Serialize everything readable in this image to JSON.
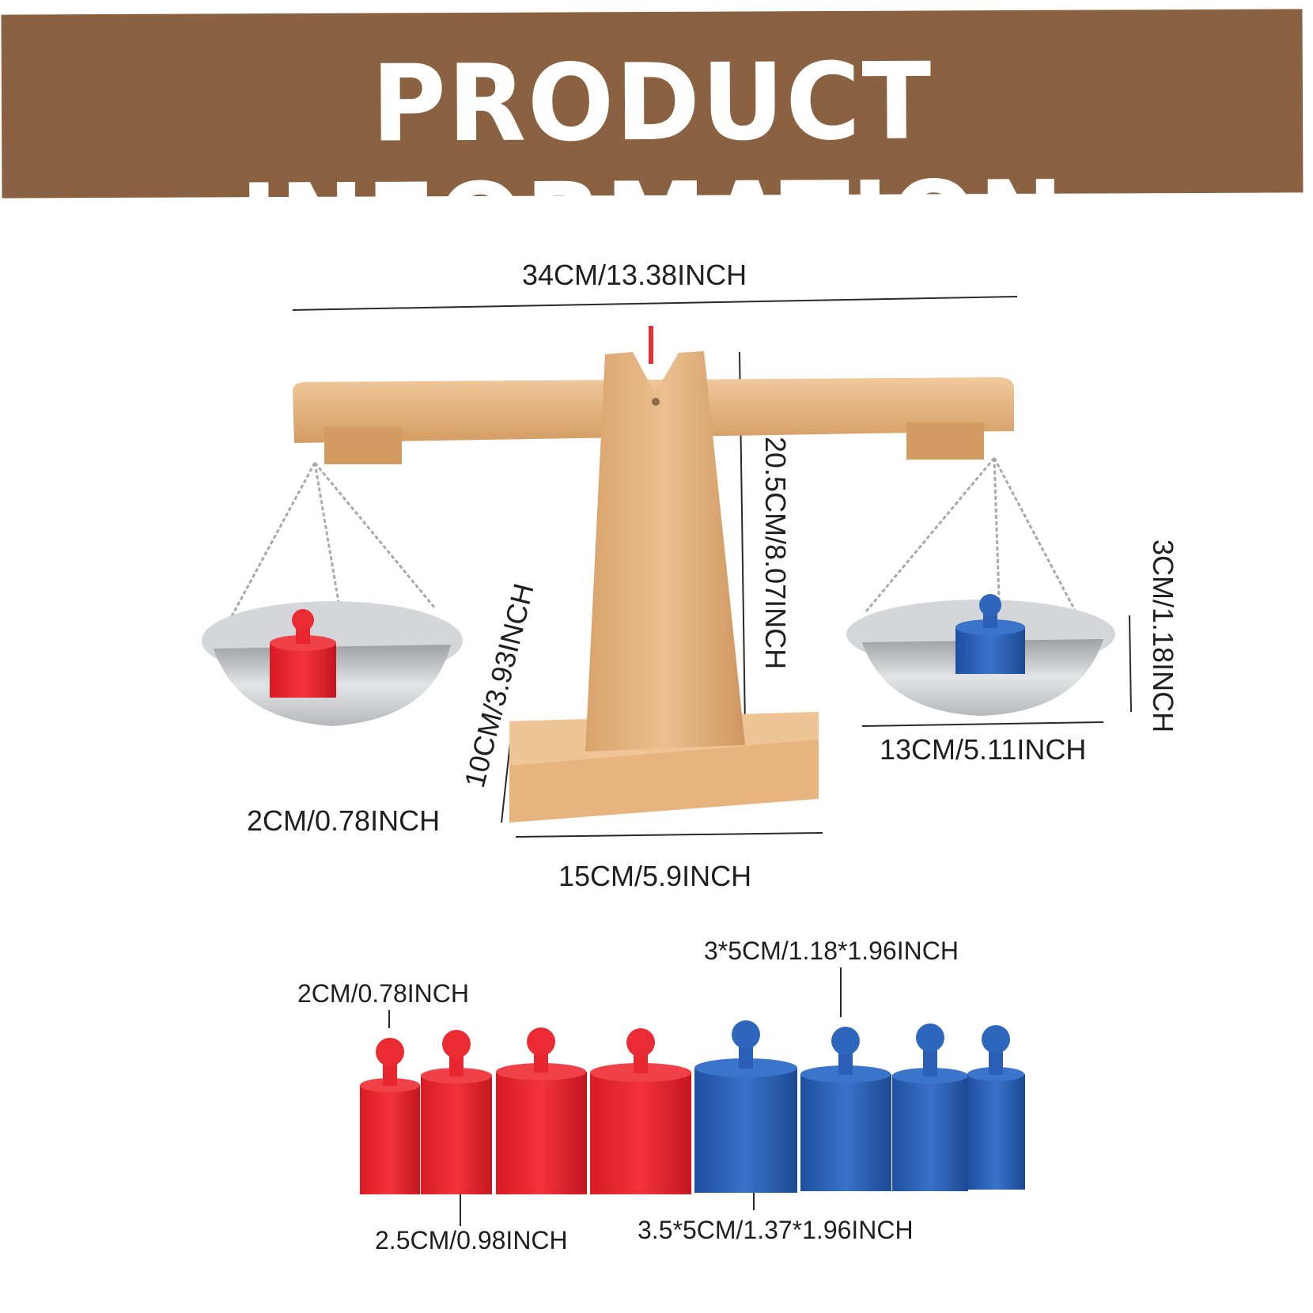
{
  "banner": {
    "title": "PRODUCT INFORMATION",
    "color": "#8b6241"
  },
  "scale_dims": {
    "beam_width": "34CM/13.38INCH",
    "total_height": "20.5CM/8.07INCH",
    "pan_height": "3CM/1.18INCH",
    "pan_width": "13CM/5.11INCH",
    "base_height": "10CM/3.93INCH",
    "base_thickness": "2CM/0.78INCH",
    "base_width": "15CM/5.9INCH"
  },
  "weight_dims": {
    "small_knob": "2CM/0.78INCH",
    "large_blue": "3*5CM/1.18*1.96INCH",
    "red_diameter": "2.5CM/0.98INCH",
    "blue_diameter": "3.5*5CM/1.37*1.96INCH"
  },
  "colors": {
    "wood": "#e4b583",
    "red": "#e8262f",
    "blue": "#2a5fb5",
    "metal": "#c9c9cc"
  }
}
